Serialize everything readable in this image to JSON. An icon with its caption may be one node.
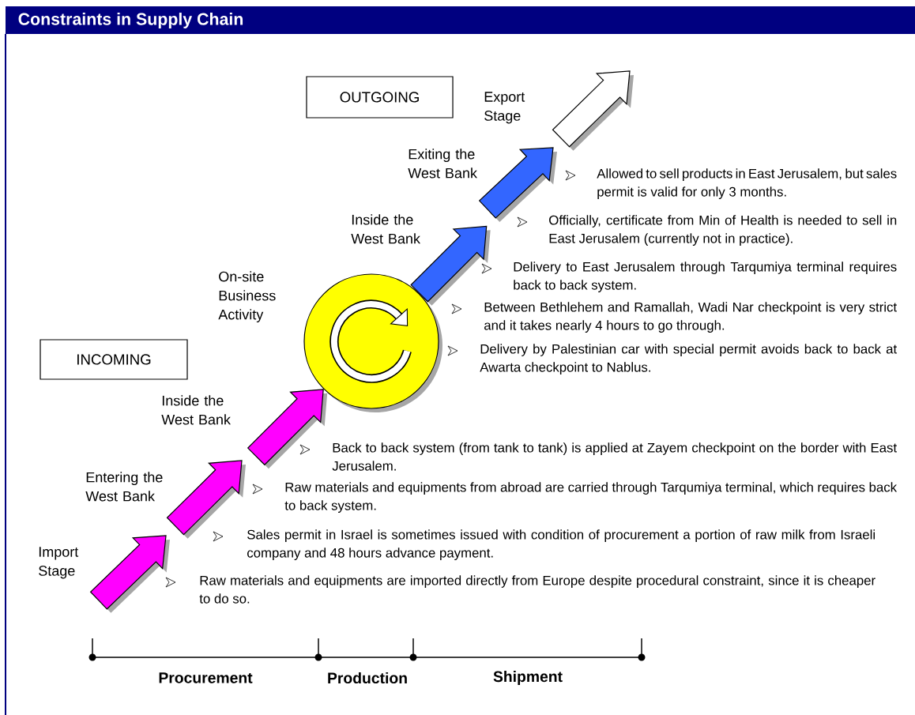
{
  "diagram": {
    "title": "Constraints in Supply Chain",
    "nodes": [
      {
        "text": [
          "OUTGOING"
        ]
      },
      {
        "text": [
          "INCOMING"
        ]
      },
      {
        "text": [],
        "shape": "circle"
      }
    ],
    "edges": [
      {
        "from": null,
        "to": 2,
        "arrow": "to",
        "color": "#ff00ff"
      },
      {
        "from": 2,
        "to": null,
        "arrow": "to",
        "color": "#3366ff"
      }
    ],
    "labels": [
      "Export Stage",
      "Exiting the West Bank",
      "Inside the West Bank",
      "On-site Business Activity",
      "Inside the West Bank",
      "Entering the West Bank",
      "Import Stage",
      "Allowed to sell products in East Jerusalem, but sales permit is valid for only 3 months.",
      "Officially, certificate from Min of Health is needed to sell in East Jerusalem (currently not in practice).",
      "Delivery to East Jerusalem through Tarqumiya terminal requires back to back system.",
      "Between Bethlehem and Ramallah, Wadi Nar checkpoint is very strict and it takes nearly 4 hours to go through.",
      "Delivery by Palestinian car with special permit avoids back to back at Awarta checkpoint to Nablus.",
      "Back to back system (from tank to tank) is applied at Zayem checkpoint on the border with East Jerusalem.",
      "Raw materials and equipments from abroad are carried through Tarqumiya terminal, which requires back to back system.",
      "Sales permit in Israel is sometimes issued with condition of procurement a portion of raw milk from Israeli company and 48 hours advance payment.",
      "Raw materials and equipments are imported directly from Europe despite procedural constraint, since it is cheaper to do so.",
      "Procurement",
      "Production",
      "Shipment"
    ]
  }
}
